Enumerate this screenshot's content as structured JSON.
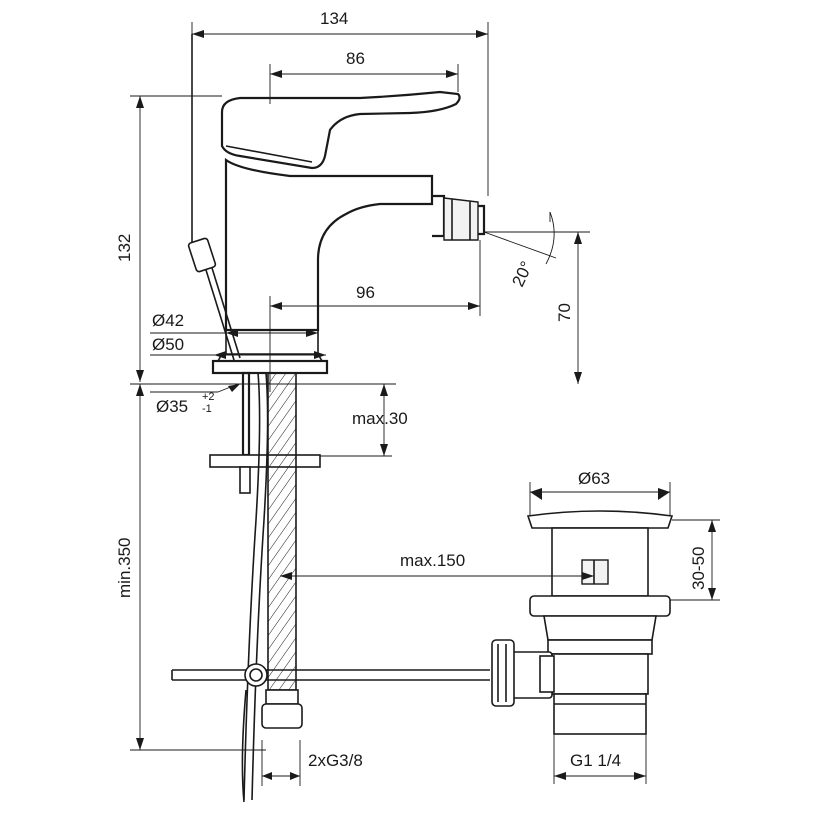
{
  "dimensions": {
    "total_width": "134",
    "lever_reach": "86",
    "height": "132",
    "spout_reach": "96",
    "spout_height": "70",
    "spray_angle": "20°",
    "body_diameter": "Ø42",
    "base_diameter": "Ø50",
    "hole_diameter": "Ø35",
    "hole_tol_upper": "+2",
    "hole_tol_lower": "-1",
    "max_deck_thickness": "max.30",
    "min_hose_length": "min.350",
    "max_rod_distance": "max.150",
    "waste_diameter": "Ø63",
    "waste_lift": "30-50",
    "hose_connection": "2xG3/8",
    "waste_thread": "G1 1/4"
  }
}
